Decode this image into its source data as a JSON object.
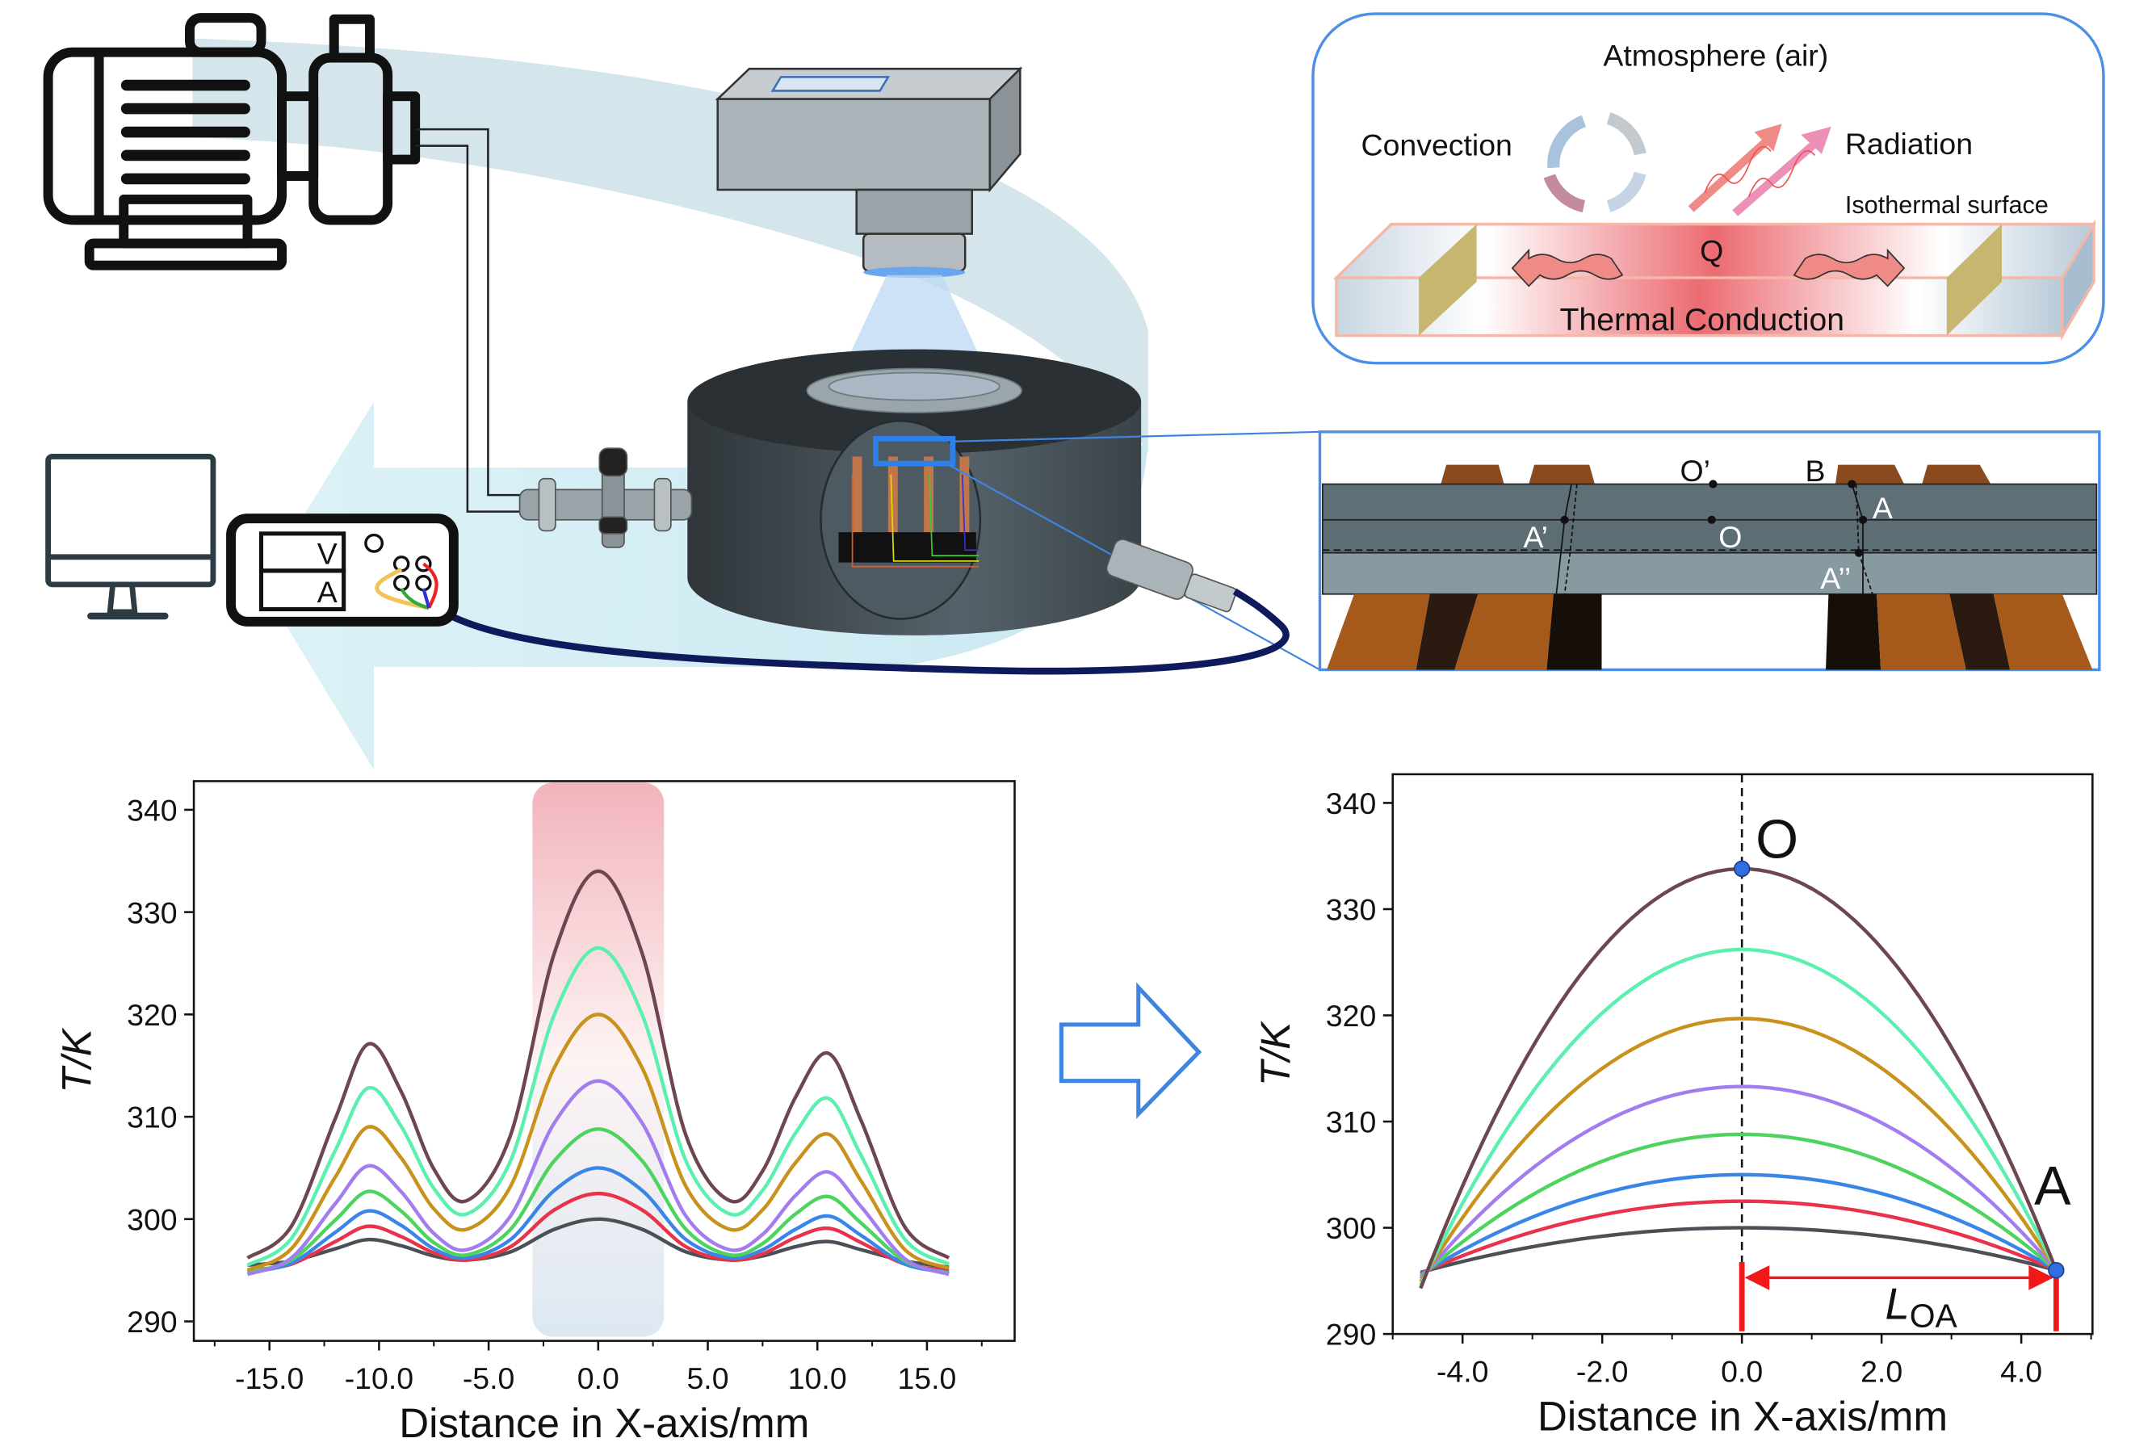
{
  "schematic": {
    "power_supply": {
      "v_label": "V",
      "a_label": "A"
    }
  },
  "mechanism": {
    "atmosphere": "Atmosphere (air)",
    "convection": "Convection",
    "radiation": "Radiation",
    "isothermal": "Isothermal surface",
    "q": "Q",
    "conduction": "Thermal Conduction"
  },
  "inset": {
    "o_prime": "O’",
    "b": "B",
    "a": "A",
    "a_prime": "A’",
    "o": "O",
    "a_double": "A’’"
  },
  "colors": {
    "frame_blue": "#4d8fe6",
    "flow_arrow": "#cfe8f2",
    "cable": "#0f1a5c",
    "copper": "#8a4a1e"
  },
  "chart_data": [
    {
      "type": "line",
      "xlabel": "Distance in X-axis/mm",
      "ylabel": "T/K",
      "xlim": [
        -18.45,
        19.0
      ],
      "ylim": [
        288.1,
        342.8
      ],
      "xticks": [
        -15,
        -10,
        -5,
        0,
        5,
        10,
        15
      ],
      "xtick_labels": [
        "-15.0",
        "-10.0",
        "-5.0",
        "0.0",
        "5.0",
        "10.0",
        "15.0"
      ],
      "yticks": [
        290,
        300,
        310,
        320,
        330,
        340
      ],
      "ytick_labels": [
        "290",
        "300",
        "310",
        "320",
        "330",
        "340"
      ],
      "grid": false,
      "highlight_band_x": [
        -3,
        3
      ],
      "x": [
        -16,
        -14,
        -12,
        -10.5,
        -9,
        -7.5,
        -6,
        -4,
        -2,
        0,
        2,
        4,
        6,
        7.5,
        9,
        10.5,
        12,
        14,
        16
      ],
      "series": [
        {
          "color": "#4a5055",
          "values": [
            295.5,
            295.9,
            297.1,
            298,
            297.4,
            296.4,
            296,
            296.8,
            299,
            300,
            299,
            296.8,
            296,
            296.4,
            297.3,
            297.8,
            297,
            295.9,
            295.3
          ]
        },
        {
          "color": "#e8334a",
          "values": [
            295,
            295.6,
            297.8,
            299.3,
            298.3,
            296.7,
            296,
            297.3,
            300.9,
            302.5,
            300.9,
            297.3,
            296,
            296.6,
            298.2,
            299.1,
            297.7,
            295.6,
            295
          ]
        },
        {
          "color": "#3a86e8",
          "values": [
            294.8,
            295.7,
            298.7,
            300.8,
            299.4,
            297.1,
            296.2,
            298,
            302.8,
            305,
            302.8,
            298,
            296.2,
            297,
            299,
            300.3,
            298.4,
            295.6,
            294.8
          ]
        },
        {
          "color": "#4cd45e",
          "values": [
            294.8,
            296,
            299.9,
            302.7,
            300.8,
            297.7,
            296.5,
            299,
            305.7,
            308.8,
            305.7,
            299,
            296.5,
            297.6,
            300.5,
            302.2,
            299.6,
            295.9,
            294.7
          ]
        },
        {
          "color": "#a37cf0",
          "values": [
            294.6,
            296.2,
            301.5,
            305.2,
            302.7,
            298.6,
            297,
            300.3,
            309.4,
            313.5,
            309.4,
            300.3,
            297,
            298.5,
            302.3,
            304.6,
            301.2,
            296.1,
            294.6
          ]
        },
        {
          "color": "#c8921c",
          "values": [
            295,
            297.1,
            304.1,
            309,
            306,
            301,
            299,
            303.2,
            314.8,
            320,
            314.8,
            303.2,
            299,
            300.9,
            305.5,
            308.3,
            303.7,
            297,
            295.2
          ]
        },
        {
          "color": "#5cf0b0",
          "values": [
            295.5,
            298.1,
            306.7,
            312.8,
            309.1,
            303,
            300.5,
            305.7,
            320,
            326.5,
            320,
            305.7,
            300.5,
            302.8,
            308.4,
            311.8,
            306.2,
            298,
            295.6
          ]
        },
        {
          "color": "#6e4650",
          "values": [
            296.2,
            299.3,
            309.8,
            317.1,
            312.5,
            304.9,
            301.8,
            308.2,
            326,
            334,
            326,
            308.2,
            301.8,
            304.7,
            311.9,
            316.2,
            309.6,
            299.2,
            296.2
          ]
        }
      ]
    },
    {
      "type": "line",
      "xlabel": "Distance in X-axis/mm",
      "ylabel": "T/K",
      "xlim": [
        -5.0,
        5.02
      ],
      "ylim": [
        290,
        342.7
      ],
      "xticks": [
        -4,
        -2,
        0,
        2,
        4
      ],
      "xtick_labels": [
        "-4.0",
        "-2.0",
        "0.0",
        "2.0",
        "4.0"
      ],
      "yticks": [
        290,
        300,
        310,
        320,
        330,
        340
      ],
      "ytick_labels": [
        "290",
        "300",
        "310",
        "320",
        "330",
        "340"
      ],
      "grid": false,
      "x": [
        -4.6,
        0,
        4.5
      ],
      "series": [
        {
          "color": "#4a5055",
          "values": [
            295.8,
            300.0,
            296
          ]
        },
        {
          "color": "#e8334a",
          "values": [
            295.7,
            302.5,
            296
          ]
        },
        {
          "color": "#3a86e8",
          "values": [
            295.6,
            305.0,
            296
          ]
        },
        {
          "color": "#4cd45e",
          "values": [
            295.4,
            308.8,
            296
          ]
        },
        {
          "color": "#a37cf0",
          "values": [
            295.2,
            313.3,
            296
          ]
        },
        {
          "color": "#c8921c",
          "values": [
            294.9,
            319.7,
            296
          ]
        },
        {
          "color": "#5cf0b0",
          "values": [
            294.6,
            326.2,
            296
          ]
        },
        {
          "color": "#6e4650",
          "values": [
            294.3,
            333.8,
            296
          ]
        }
      ],
      "annotations": {
        "point_o": {
          "label": "O",
          "x": 0,
          "y": 333.8
        },
        "point_a": {
          "label": "A",
          "x": 4.5,
          "y": 296
        },
        "length_label": "L",
        "length_subscript": "OA",
        "length_arrow_y": 295.3
      }
    }
  ]
}
